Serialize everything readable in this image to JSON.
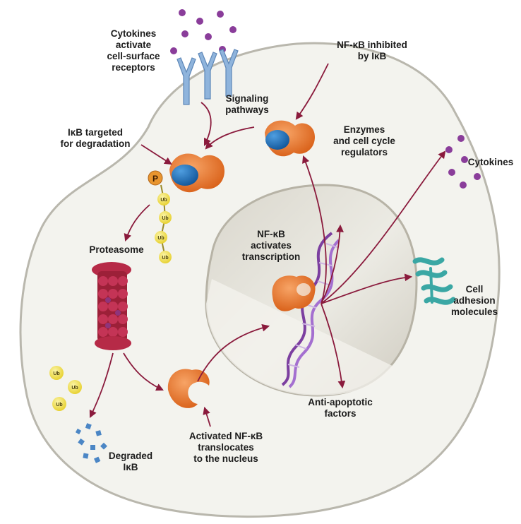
{
  "labels": {
    "cytokines_receptors": [
      "Cytokines",
      "activate",
      "cell-surface",
      "receptors"
    ],
    "nfkb_inhibited": [
      "NF-κB inhibited",
      "by IκB"
    ],
    "signaling": [
      "Signaling",
      "pathways"
    ],
    "ikb_targeted": [
      "IκB targeted",
      "for degradation"
    ],
    "enzymes": [
      "Enzymes",
      "and cell cycle",
      "regulators"
    ],
    "cytokines_out": [
      "Cytokines"
    ],
    "proteasome": [
      "Proteasome"
    ],
    "nfkb_transcription": [
      "NF-κB",
      "activates",
      "transcription"
    ],
    "adhesion": [
      "Cell",
      "adhesion",
      "molecules"
    ],
    "antiapoptotic": [
      "Anti-apoptotic",
      "factors"
    ],
    "translocates": [
      "Activated NF-κB",
      "translocates",
      "to the nucleus"
    ],
    "degraded": [
      "Degraded",
      "IκB"
    ]
  },
  "markers": {
    "phosphate": "P",
    "ubiquitin": "Ub"
  },
  "colors": {
    "nfkb": "#e8742a",
    "ikb": "#1f6fb8",
    "receptor": "#8fb4dc",
    "cytokine": "#8a3d9a",
    "arrow": "#8a1a3c",
    "ubiquitin": "#f2e35a",
    "proteasome": "#9c2038",
    "adhesion": "#3aa7a4",
    "dna": "#7c3fa0",
    "cell_fill": "#f3f3ee",
    "nucleus_fill": "#e6e4dd"
  }
}
